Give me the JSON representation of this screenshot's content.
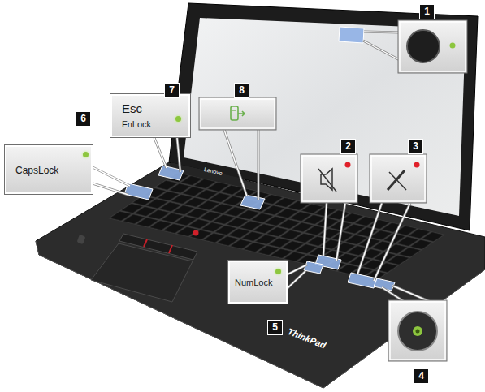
{
  "diagram": {
    "nodes": [
      {
        "text": [
          "Esc",
          "FnLock"
        ]
      },
      {
        "text": [
          "CapsLock"
        ]
      },
      {
        "text": [
          "NumLock"
        ]
      }
    ],
    "labels": [
      "1",
      "2",
      "3",
      "4",
      "5",
      "6",
      "7",
      "8",
      "Lenovo",
      "ThinkPad"
    ]
  }
}
